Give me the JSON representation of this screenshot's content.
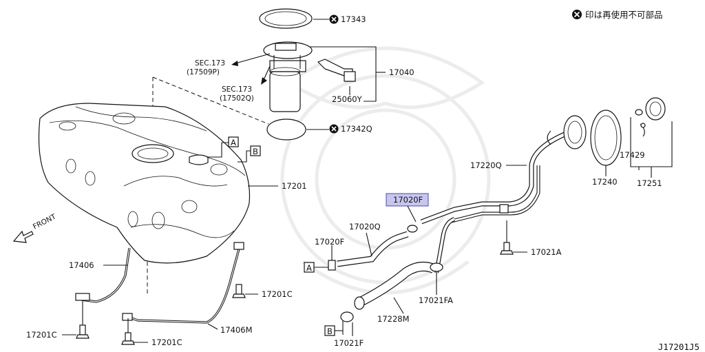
{
  "legend": {
    "text": "印は再使用不可部品"
  },
  "diagram_code": "J17201J5",
  "direction_label": "FRONT",
  "highlight_color": "#c8c6ee",
  "parts": {
    "p17343": "17343",
    "sec1_a": "SEC.173",
    "sec1_b": "(17509P)",
    "sec2_a": "SEC.173",
    "sec2_b": "(17502Q)",
    "p17040": "17040",
    "p25060Y": "25060Y",
    "p17342Q": "17342Q",
    "markerA": "A",
    "markerB": "B",
    "p17201": "17201",
    "p17220Q": "17220Q",
    "p17240": "17240",
    "p17429": "17429",
    "p17251": "17251",
    "p17020F_hl": "17020F",
    "p17020Q": "17020Q",
    "p17020F": "17020F",
    "markerA2": "A",
    "p17021A": "17021A",
    "p17406": "17406",
    "p17201C_1": "17201C",
    "p17201C_2": "17201C",
    "p17201C_3": "17201C",
    "p17406M": "17406M",
    "p17021FA": "17021FA",
    "p17228M": "17228M",
    "markerB2": "B",
    "p17021F": "17021F"
  }
}
